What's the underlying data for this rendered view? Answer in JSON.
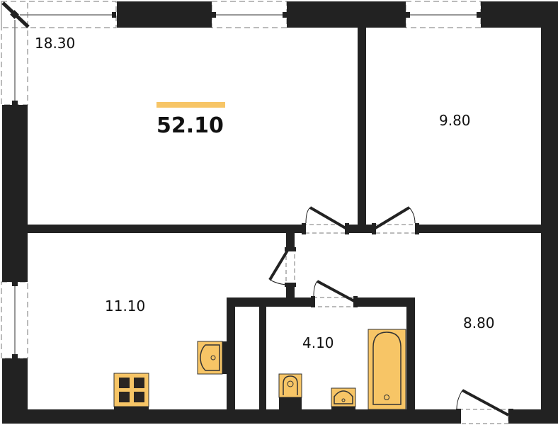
{
  "plan": {
    "total_area": "52.10",
    "accent_color": "#F7C566",
    "wall_color": "#222222",
    "rooms": [
      {
        "id": "living-room",
        "area": "18.30"
      },
      {
        "id": "bedroom",
        "area": "9.80"
      },
      {
        "id": "kitchen",
        "area": "11.10"
      },
      {
        "id": "bathroom",
        "area": "4.10"
      },
      {
        "id": "hallway",
        "area": "8.80"
      }
    ],
    "fixtures": [
      "stove",
      "kitchen-sink",
      "toilet",
      "washbasin",
      "bathtub"
    ]
  }
}
